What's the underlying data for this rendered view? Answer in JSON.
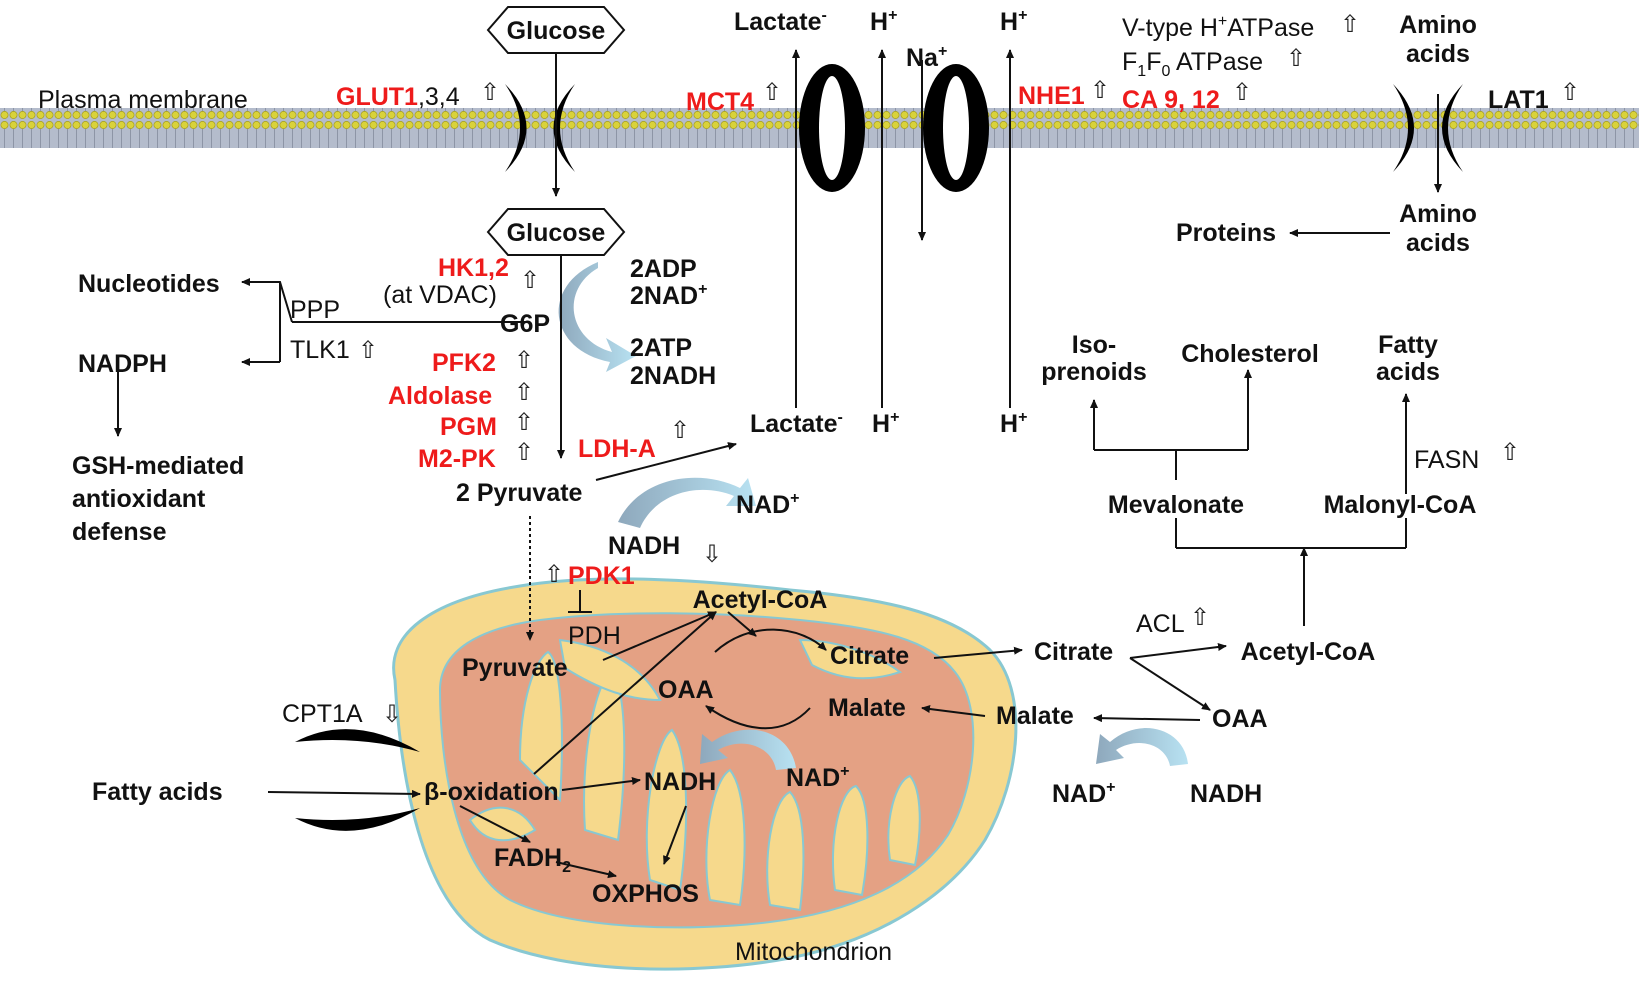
{
  "membrane": {
    "label": "Plasma membrane"
  },
  "glucose": {
    "outside": "Glucose",
    "inside": "Glucose"
  },
  "transporters": {
    "glut": {
      "red": "GLUT1",
      "rest": ",3,4"
    },
    "mct4": "MCT4",
    "nhe1": "NHE1",
    "ca": "CA 9, 12",
    "lat1": "LAT1",
    "vtype": {
      "a": "V-type H",
      "sup": "+",
      "b": "ATPase"
    },
    "f1f0": {
      "a": "F",
      "s1": "1",
      "b": "F",
      "s2": "0",
      "c": " ATPase"
    }
  },
  "ions": {
    "lactate_out": "Lactate",
    "lactate_in": "Lactate",
    "minus": "-",
    "h": "H",
    "plus": "+",
    "na": "Na"
  },
  "amino": {
    "out1": "Amino",
    "out2": "acids",
    "in1": "Amino",
    "in2": "acids",
    "proteins": "Proteins"
  },
  "glycolysis": {
    "hk": "HK1,2",
    "at_vdac": "(at VDAC)",
    "g6p": "G6P",
    "pfk2": "PFK2",
    "aldolase": "Aldolase",
    "pgm": "PGM",
    "m2pk": "M2-PK",
    "ldha": "LDH-A",
    "pyruvate2": "2 Pyruvate",
    "adp": "2ADP",
    "nad2": "2NAD",
    "atp": "2ATP",
    "nadh2": "2NADH"
  },
  "ppp": {
    "nucleotides": "Nucleotides",
    "ppp": "PPP",
    "tlk1": "TLK1",
    "nadph": "NADPH",
    "gsh": [
      "GSH-mediated",
      "antioxidant",
      "defense"
    ]
  },
  "lipids": {
    "isoprenoids": [
      "Iso-",
      "prenoids"
    ],
    "cholesterol": "Cholesterol",
    "fatty_acids": [
      "Fatty",
      "acids"
    ],
    "fasn": "FASN",
    "mevalonate": "Mevalonate",
    "malonyl": "Malonyl-CoA",
    "acl": "ACL",
    "acetylcoa": "Acetyl-CoA",
    "citrate": "Citrate",
    "oaa": "OAA",
    "malate": "Malate",
    "nad": "NAD",
    "nadh": "NADH"
  },
  "mito": {
    "title": "Mitochondrion",
    "pdk1": "PDK1",
    "pdh": "PDH",
    "pyruvate": "Pyruvate",
    "acetylcoa": "Acetyl-CoA",
    "citrate": "Citrate",
    "oaa": "OAA",
    "malate": "Malate",
    "nadh": "NADH",
    "nad": "NAD",
    "beta": "β-oxidation",
    "fadh": "FADH",
    "fadh_sub": "2",
    "oxphos": "OXPHOS",
    "fatty_acids": "Fatty acids",
    "cpt1a": "CPT1A",
    "cyto_nadh": "NADH",
    "cyto_nad": "NAD"
  },
  "arrows": {
    "up": "⇧",
    "down": "⇩"
  },
  "colors": {
    "accent_red": "#ee1b1b",
    "membrane_band": "#b4bccc",
    "membrane_bead": "#d9d23a",
    "mito_outer": "#f6d98c",
    "mito_inner": "#e4a184",
    "mito_edge": "#88c8d2",
    "curve_light": "#9ed6ec",
    "curve_dark": "#8ea8bc"
  }
}
